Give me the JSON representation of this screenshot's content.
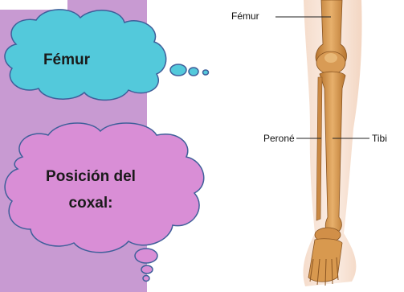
{
  "thought_bubbles": {
    "femur": "Fémur",
    "coxal": "Posición del coxal:"
  },
  "leg_diagram": {
    "labels": {
      "femur": "Fémur",
      "perone": "Peroné",
      "tibia": "Tibi"
    }
  },
  "colors": {
    "background_band": "#c89ad2",
    "cloud_blue": "#53c9db",
    "cloud_pink": "#d98ed6",
    "cloud_outline": "#3f5f9a",
    "bone": "#d79a52"
  }
}
